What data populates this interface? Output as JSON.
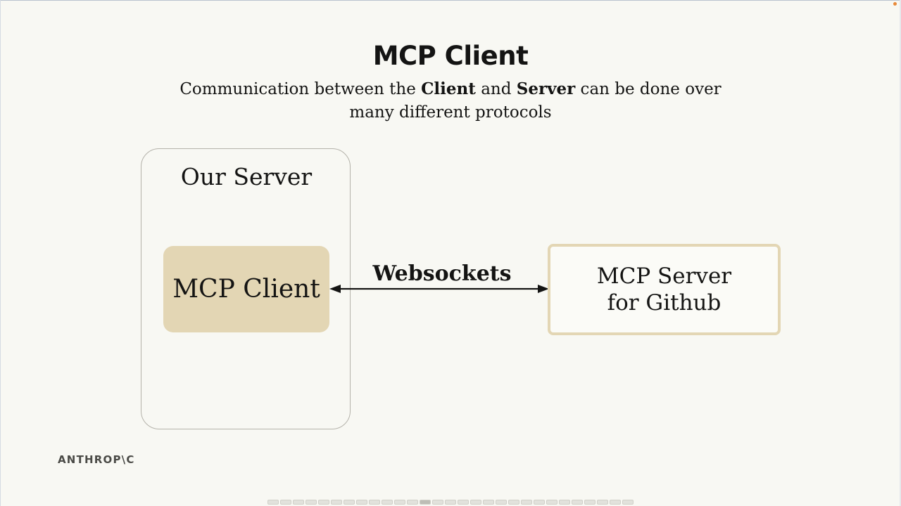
{
  "slide": {
    "title": "MCP Client",
    "subtitle": {
      "part1": "Communication between the ",
      "bold1": "Client",
      "part2": " and ",
      "bold2": "Server",
      "part3": " can be done over many different protocols"
    }
  },
  "diagram": {
    "container_label": "Our Server",
    "client_label": "MCP Client",
    "server_label": "MCP Server for Github",
    "connection_label": "Websockets"
  },
  "footer": {
    "logo_text": "ANTHROP\\C",
    "page_count": 29,
    "current_page": 13
  },
  "colors": {
    "background": "#f8f8f3",
    "accent": "#e3d6b4",
    "text": "#141413"
  }
}
